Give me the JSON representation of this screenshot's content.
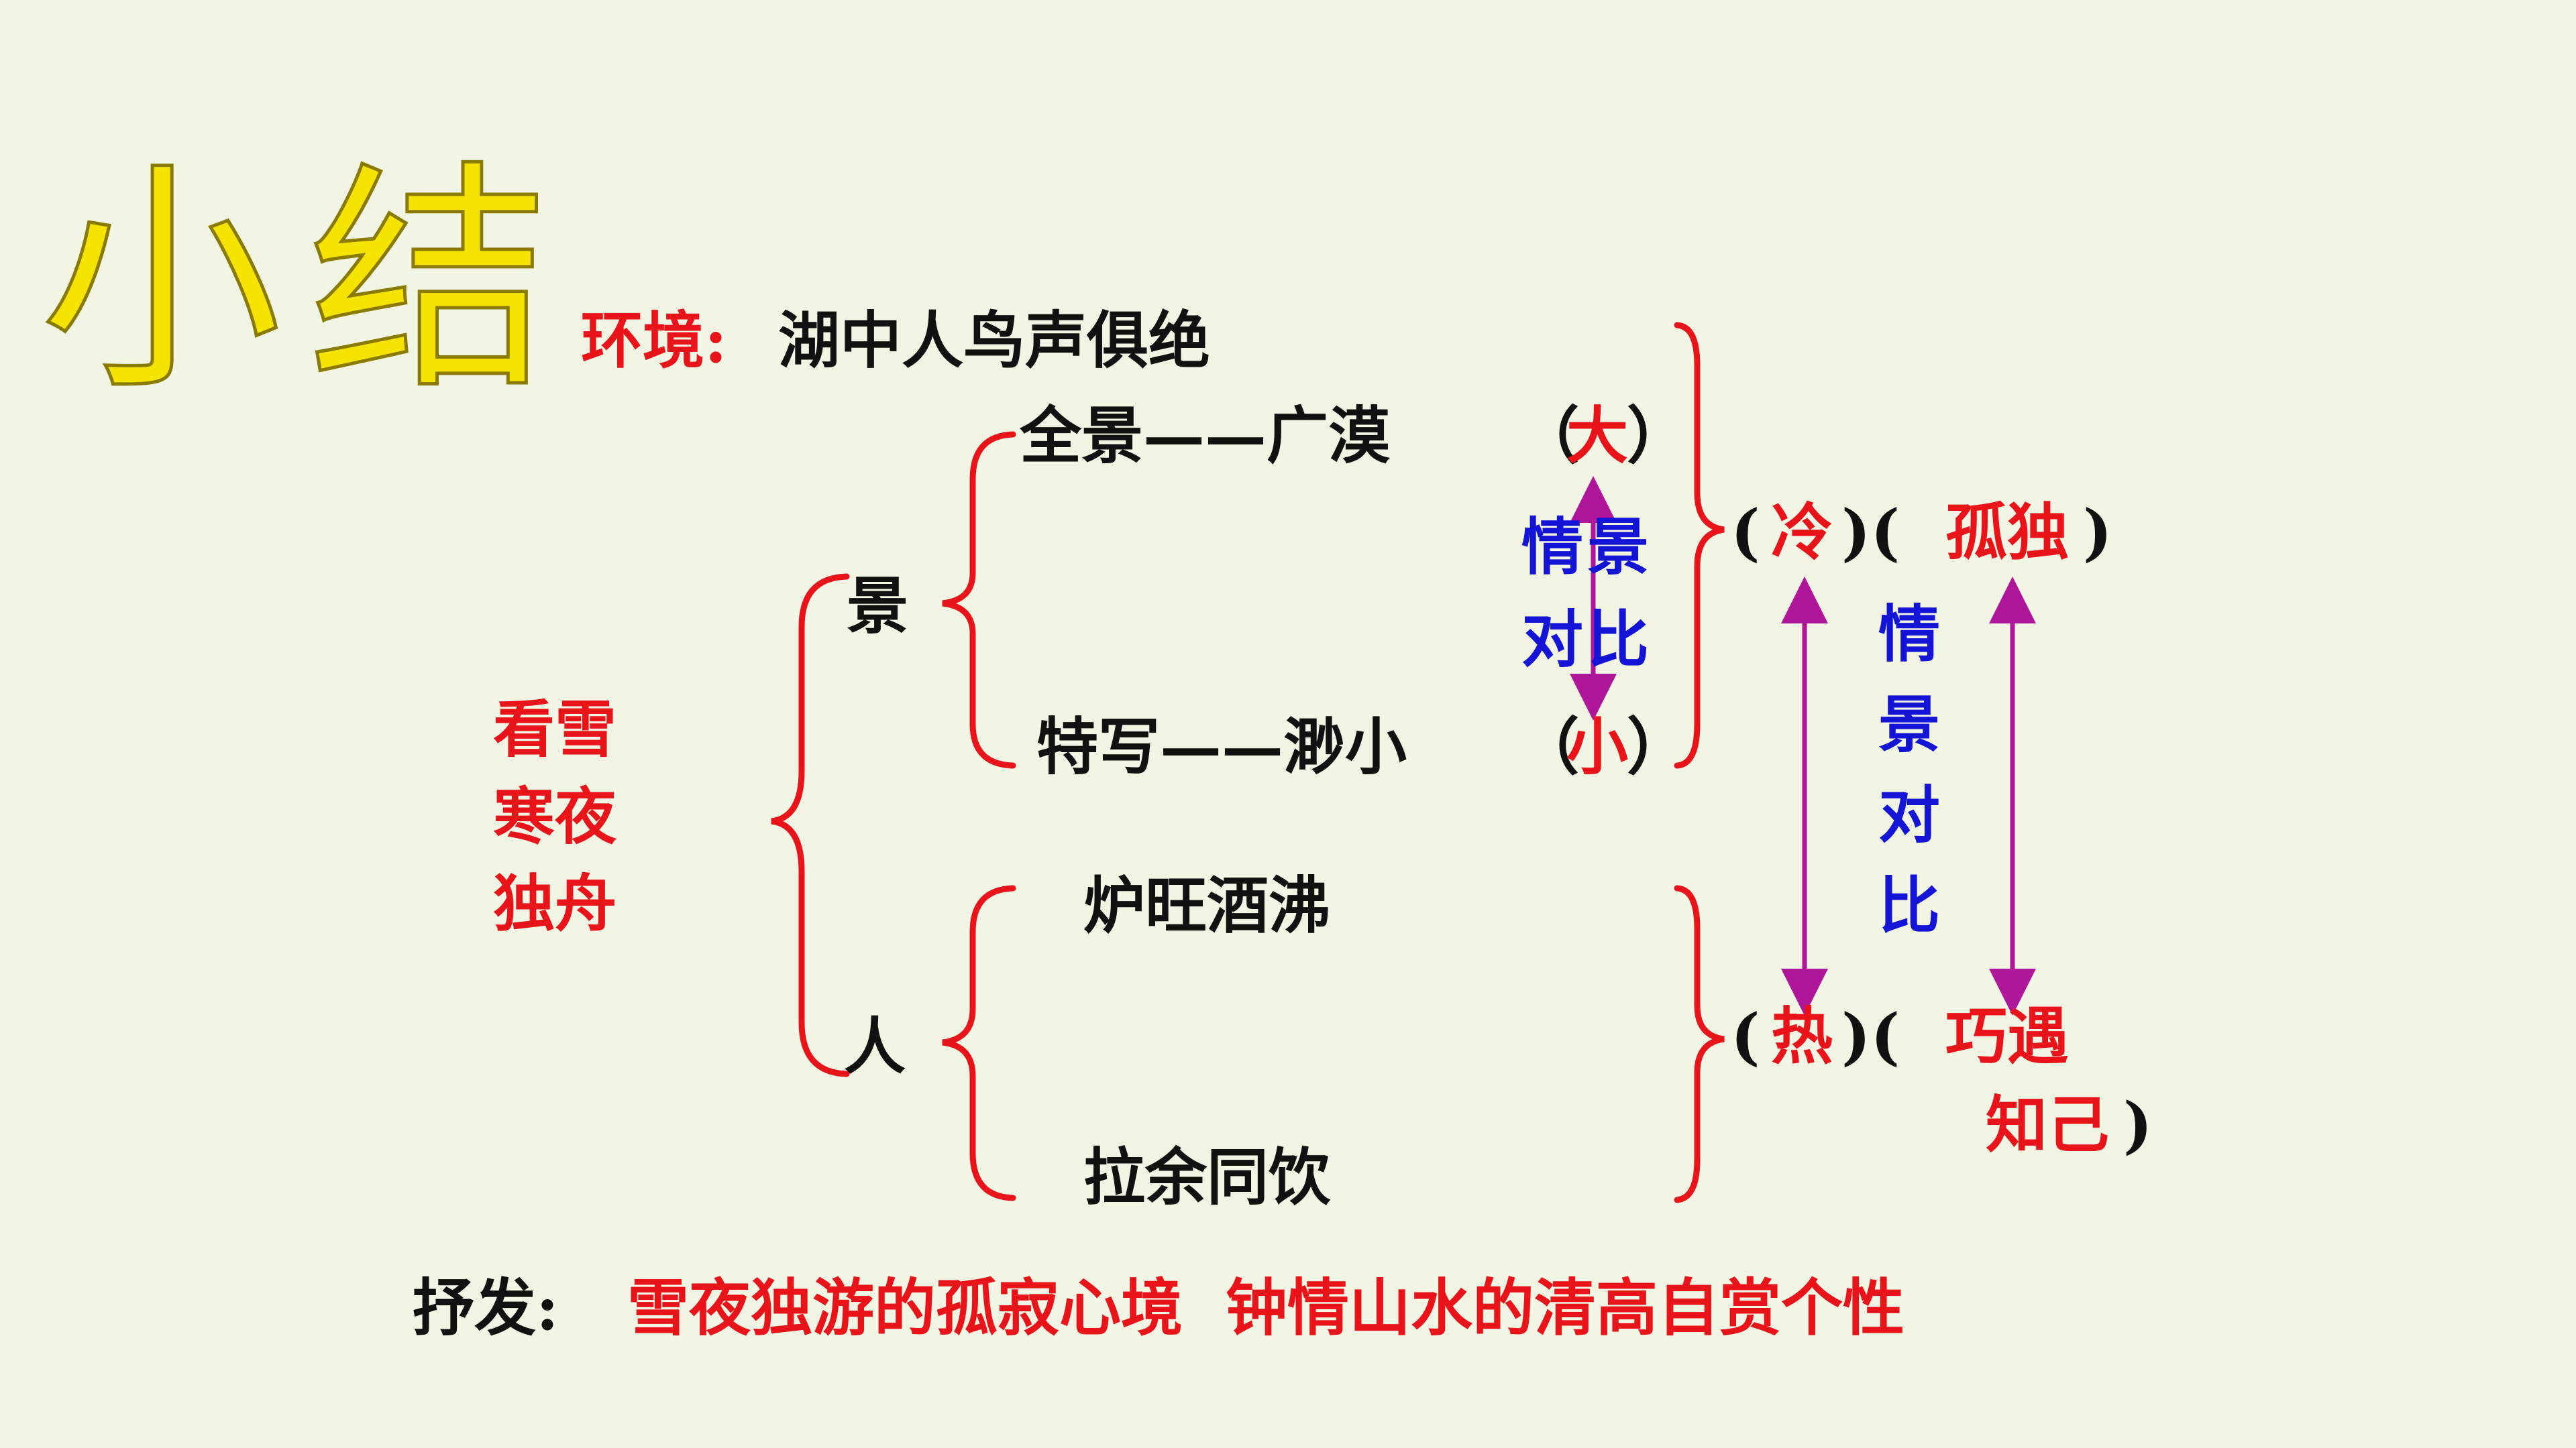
{
  "title": "小结",
  "environment": {
    "label": "环境:",
    "text": "湖中人鸟声俱绝"
  },
  "jing": {
    "label": "景",
    "overview": {
      "text": "全景——广漠",
      "open": "（",
      "key": "大",
      "close": "）"
    },
    "closeup": {
      "text": "特写——渺小",
      "open": "（",
      "key": "小",
      "close": "）"
    },
    "contrast": [
      "情景",
      "对比"
    ]
  },
  "ren": {
    "label": "人",
    "item1": "炉旺酒沸",
    "item2": "拉余同饮"
  },
  "left_note": [
    "看雪",
    "寒夜",
    "独舟"
  ],
  "mood_top": {
    "open1": "(",
    "cold": "冷",
    "mid": ")(",
    "lonely": "孤独",
    "close": ")"
  },
  "mood_bottom": {
    "open1": "(",
    "hot": "热",
    "mid": ")(",
    "meet": "巧遇",
    "meet2": "知己",
    "close": ")"
  },
  "middle_contrast": [
    "情",
    "景",
    "对",
    "比"
  ],
  "express": {
    "label": "抒发:",
    "text": "雪夜独游的孤寂心境  钟情山水的清高自赏个性"
  },
  "colors": {
    "red": "#e8141a",
    "blue": "#1414d6",
    "arrow": "#b0169a",
    "title": "#f5e400",
    "background": "#f2f4e4"
  }
}
